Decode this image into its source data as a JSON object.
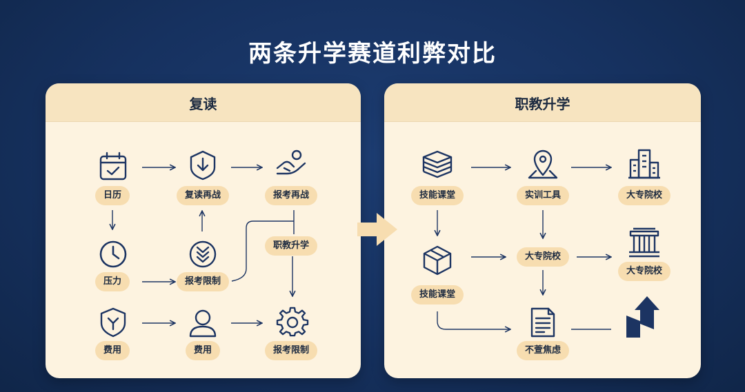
{
  "title": "两条升学赛道利弊对比",
  "colors": {
    "background": "#16315f",
    "panel": "#fdf3e0",
    "panel_header": "#f7e4c0",
    "pill": "#f7ddb0",
    "ink": "#1c3462",
    "arrow": "#f7ddb0"
  },
  "left_panel": {
    "header": "复读",
    "nodes": [
      {
        "icon": "calendar-icon",
        "label": "日历"
      },
      {
        "icon": "shield-arrow-down-icon",
        "label": "复读再战"
      },
      {
        "icon": "hand-ball-icon",
        "label": "报考再战"
      },
      {
        "icon": "clock-icon",
        "label": "压力"
      },
      {
        "icon": "chevron-badge-icon",
        "label": "报考限制"
      },
      {
        "icon": "shield-check-icon",
        "label": "费用"
      },
      {
        "icon": "user-icon",
        "label": "费用"
      },
      {
        "icon": "gear-icon",
        "label": "报考限制"
      }
    ],
    "branch_label": "职教升学"
  },
  "right_panel": {
    "header": "职教升学",
    "nodes": [
      {
        "icon": "stacked-books-icon",
        "label": "技能课堂"
      },
      {
        "icon": "map-pin-icon",
        "label": "实训工具"
      },
      {
        "icon": "building-icon",
        "label": "大专院校"
      },
      {
        "icon": "cube-icon",
        "label": "技能课堂"
      },
      {
        "icon": "",
        "label": "大专院校"
      },
      {
        "icon": "columns-building-icon",
        "label": "大专院校"
      },
      {
        "icon": "document-icon",
        "label": "不萱焦虑"
      },
      {
        "icon": "rising-arrow-icon",
        "label": ""
      }
    ]
  },
  "transition_arrow": "big-right-arrow"
}
